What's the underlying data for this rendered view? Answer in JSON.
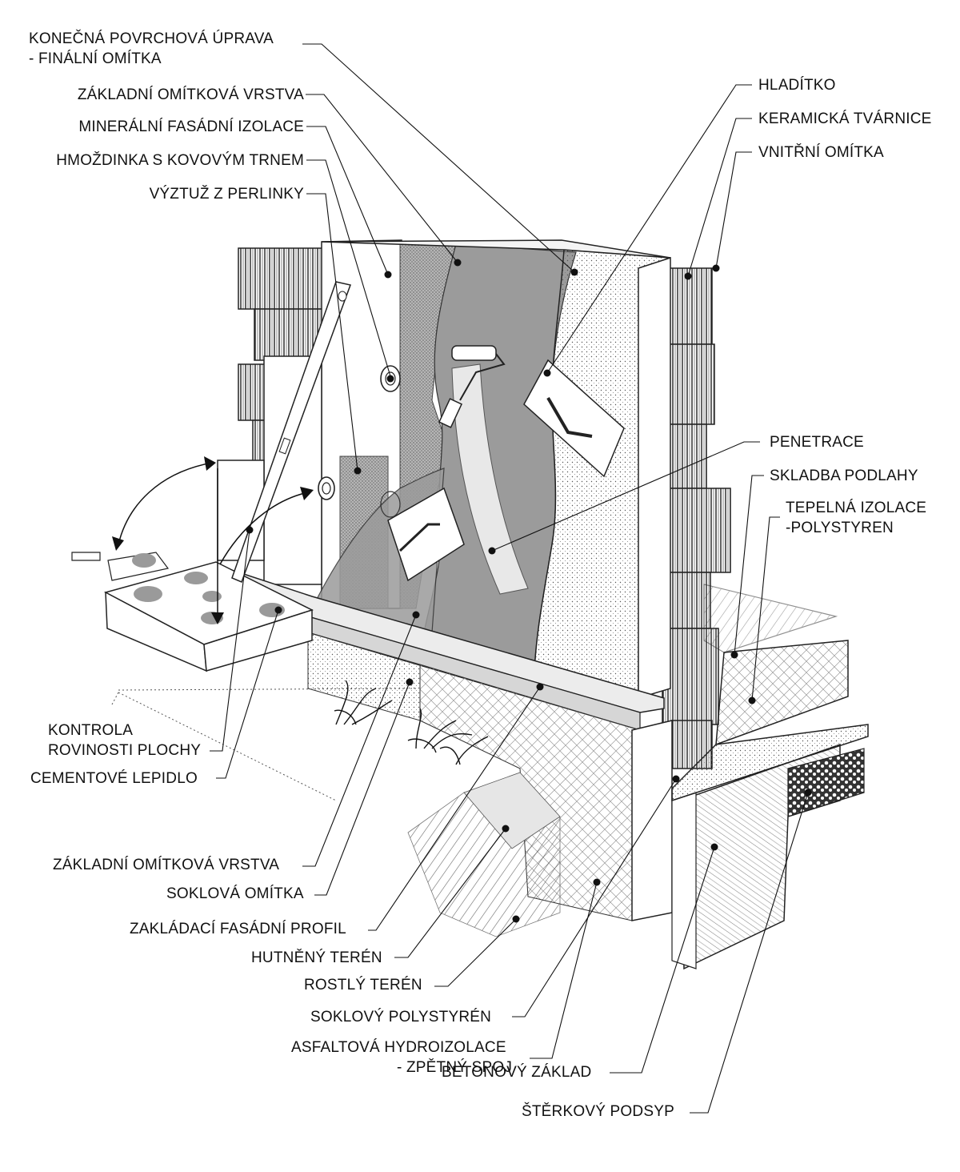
{
  "labels": {
    "konecna_1": "KONEČNÁ POVRCHOVÁ ÚPRAVA",
    "konecna_2": "- FINÁLNÍ OMÍTKA",
    "zakladni_omitkova_top": "ZÁKLADNÍ OMÍTKOVÁ VRSTVA",
    "mineralni": "MINERÁLNÍ FASÁDNÍ IZOLACE",
    "hmozdinka": "HMOŽDINKA S KOVOVÝM TRNEM",
    "vyztuz": "VÝZTUŽ Z PERLINKY",
    "hladitko": "HLADÍTKO",
    "keramicka": "KERAMICKÁ TVÁRNICE",
    "vnitrni": "VNITŘNÍ OMÍTKA",
    "penetrace": "PENETRACE",
    "skladba": "SKLADBA PODLAHY",
    "tepelna_1": "TEPELNÁ IZOLACE",
    "tepelna_2": "-POLYSTYREN",
    "kontrola_1": "KONTROLA",
    "kontrola_2": "ROVINOSTI PLOCHY",
    "cementove": "CEMENTOVÉ LEPIDLO",
    "zakladni_omitkova_bottom": "ZÁKLADNÍ OMÍTKOVÁ VRSTVA",
    "soklova": "SOKLOVÁ OMÍTKA",
    "zakladaci": "ZAKLÁDACÍ FASÁDNÍ PROFIL",
    "hutneny": "HUTNĚNÝ TERÉN",
    "rostly": "ROSTLÝ TERÉN",
    "soklovy": "SOKLOVÝ POLYSTYRÉN",
    "asfaltova_1": "ASFALTOVÁ HYDROIZOLACE",
    "asfaltova_2": "- ZPĚTNÝ SPOJ",
    "betonovy": "BETONOVÝ ZÁKLAD",
    "sterkovy": "ŠTĚRKOVÝ PODSYP"
  },
  "colors": {
    "line": "#1a1a1a",
    "grey_render": "#9b9b9b",
    "light_render": "#d9d9d9",
    "mesh": "#bfbfbf",
    "insulation": "#f2f2f2"
  }
}
